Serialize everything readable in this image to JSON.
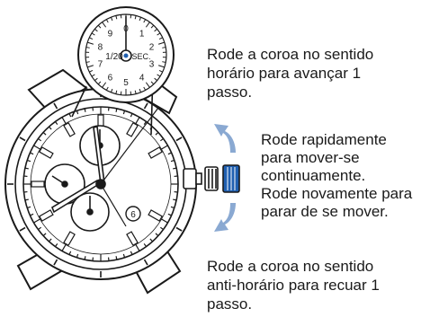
{
  "instructions": {
    "clockwise": "Rode a coroa no sentido\nhorário para avançar 1\npasso.",
    "fast_move": "Rode rapidamente\npara mover-se\ncontinuamente.\nRode novamente para\nparar de se mover.",
    "counterclockwise": "Rode a coroa no sentido\nanti-horário para recuar 1\npasso."
  },
  "subdial": {
    "label": "1/20",
    "unit": "SEC.",
    "numbers": [
      "0",
      "1",
      "2",
      "3",
      "4",
      "5",
      "6",
      "7",
      "8",
      "9"
    ]
  },
  "colors": {
    "arrow": "#8aa9d2",
    "crown_highlight": "#1f5fb0",
    "line": "#1a1a1a"
  },
  "icons": {
    "crown_turn_up": "curved-arrow-up-icon",
    "crown_turn_down": "curved-arrow-down-icon"
  }
}
